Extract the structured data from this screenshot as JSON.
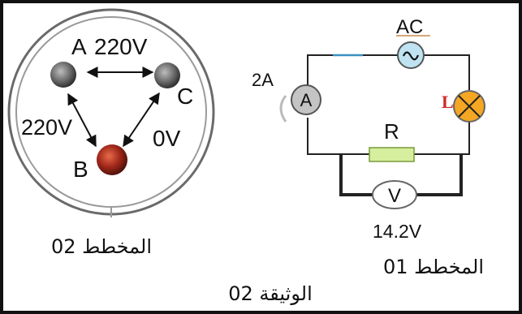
{
  "document_title": "الوثيقة 02",
  "diagram_02": {
    "caption": "المخطط 02",
    "terminals": {
      "a": "A",
      "b": "B",
      "c": "C"
    },
    "voltage_ac": "220V",
    "voltage_ab": "220V",
    "voltage_bc": "0V"
  },
  "diagram_01": {
    "caption": "المخطط 01",
    "source_label": "AC",
    "ammeter_reading": "2A",
    "ammeter_symbol": "A",
    "lamp_label": "L",
    "resistor_label": "R",
    "voltmeter_symbol": "V",
    "voltmeter_reading": "14.2V"
  },
  "colors": {
    "source_fill": "#bfe3f0",
    "ammeter_fill": "#c4c4c4",
    "lamp_fill": "#f5a623",
    "resistor_fill": "#d5ef9e",
    "terminal_b_fill": "#a0281a",
    "terminal_gray_fill": "#777777",
    "lamp_label_color": "#d02a2a"
  }
}
